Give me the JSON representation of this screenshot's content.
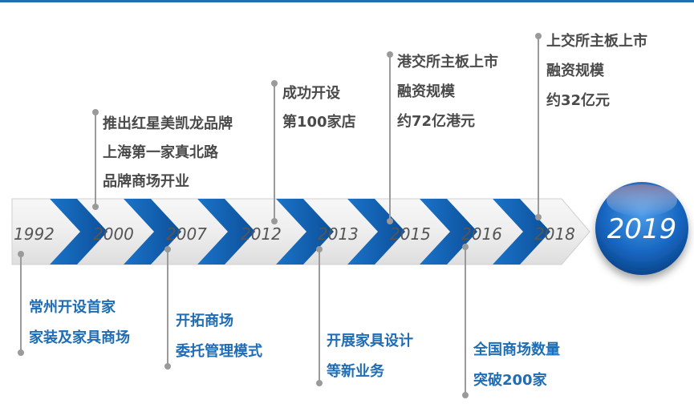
{
  "timeline": {
    "years": [
      "1992",
      "2000",
      "2007",
      "2012",
      "2013",
      "2015",
      "2016",
      "2018"
    ],
    "final_year": "2019"
  },
  "events_above": [
    {
      "year": "2000",
      "lines": [
        "推出红星美凯龙品牌",
        "上海第一家真北路",
        "品牌商场开业"
      ]
    },
    {
      "year": "2012",
      "lines": [
        "成功开设",
        "第100家店"
      ]
    },
    {
      "year": "2015",
      "lines": [
        "港交所主板上市",
        "融资规模",
        "约72亿港元"
      ]
    },
    {
      "year": "2018",
      "lines": [
        "上交所主板上市",
        "融资规模",
        "约32亿元"
      ]
    }
  ],
  "events_below": [
    {
      "year": "1992",
      "lines": [
        "常州开设首家",
        "家装及家具商场"
      ]
    },
    {
      "year": "2007",
      "lines": [
        "开拓商场",
        "委托管理模式"
      ]
    },
    {
      "year": "2013",
      "lines": [
        "开展家具设计",
        "等新业务"
      ]
    },
    {
      "year": "2016",
      "lines": [
        "全国商场数量",
        "突破200家"
      ]
    }
  ],
  "colors": {
    "accent_blue": "#1e6db5",
    "chevron_blue": "#1565c0",
    "band_gray": "#e6e6e6",
    "text_dark": "#4a4a4a",
    "connector_gray": "#9a9a9a"
  }
}
